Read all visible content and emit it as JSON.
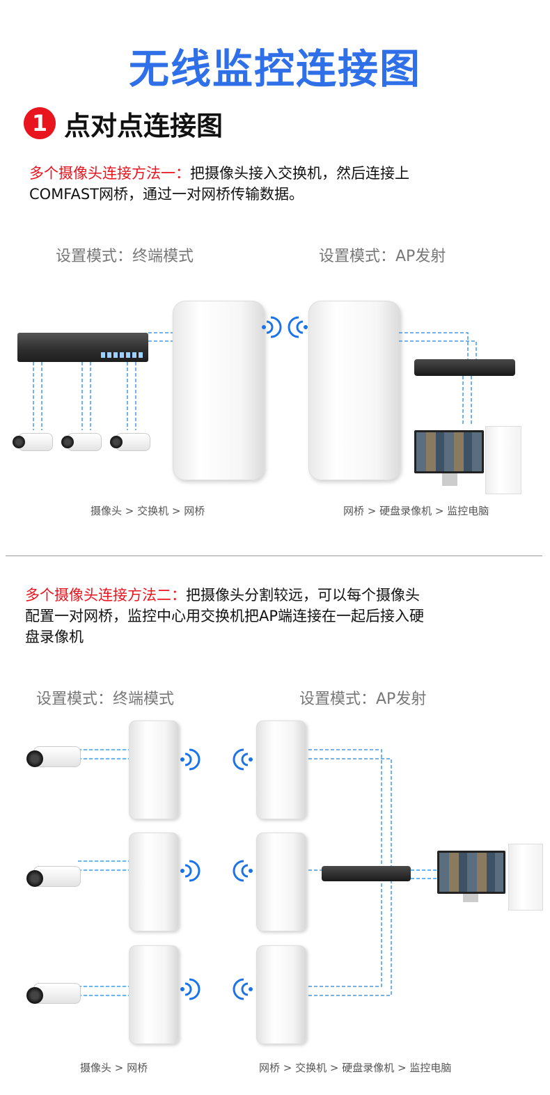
{
  "title": "无线监控连接图",
  "section": {
    "number": "1",
    "title": "点对点连接图"
  },
  "method1": {
    "label": "多个摄像头连接方法一：",
    "text_line1": "把摄像头接入交换机，然后连接上",
    "text_line2": "COMFAST网桥，通过一对网桥传输数据。"
  },
  "diagram1": {
    "mode_left": "设置模式：终端模式",
    "mode_right": "设置模式：AP发射",
    "flow_left": "摄像头  >  交换机  >  网桥",
    "flow_right": "网桥  >  硬盘录像机  >  监控电脑"
  },
  "method2": {
    "label": "多个摄像头连接方法二：",
    "text_line1": "把摄像头分割较远，可以每个摄像头",
    "text_line2": "配置一对网桥，监控中心用交换机把AP端连接在一起后接入硬",
    "text_line3": "盘录像机"
  },
  "diagram2": {
    "mode_left": "设置模式：终端模式",
    "mode_right": "设置模式：AP发射",
    "flow_left": "摄像头  >  网桥",
    "flow_right": "网桥  >  交换机  >  硬盘录像机  >  监控电脑"
  },
  "colors": {
    "title": "#2f6fe8",
    "accent_red": "#e8141e",
    "wifi": "#1a73e8",
    "link": "#3b9be6"
  }
}
